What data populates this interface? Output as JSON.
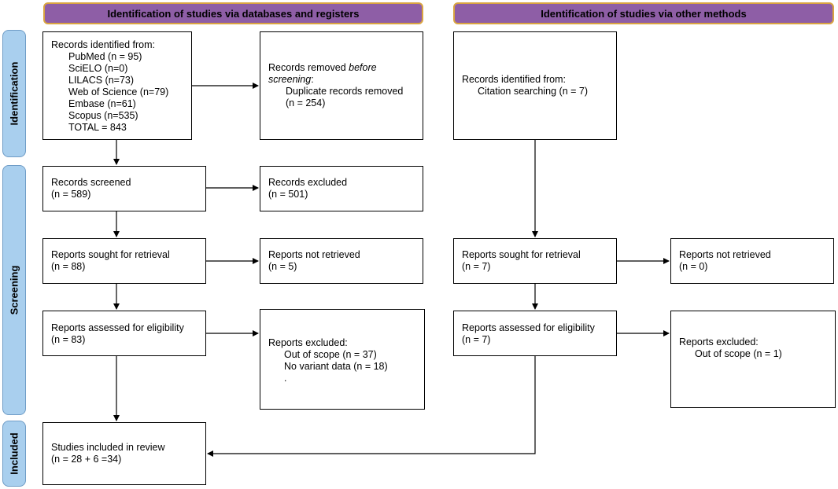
{
  "headers": {
    "databases": "Identification of studies via databases and registers",
    "other": "Identification of studies via other methods"
  },
  "sides": {
    "identification": "Identification",
    "screening": "Screening",
    "included": "Included"
  },
  "db": {
    "identified": {
      "title": "Records identified from:",
      "sources": [
        "PubMed (n = 95)",
        "SciELO (n=0)",
        "LILACS (n=73)",
        "Web of Science (n=79)",
        "Embase (n=61)",
        "Scopus (n=535)"
      ],
      "total": "TOTAL = 843"
    },
    "removed": {
      "prefix": "Records removed ",
      "italic": "before screening",
      "suffix": ":",
      "line": "Duplicate records removed",
      "count": "(n = 254)"
    },
    "screened": {
      "title": "Records screened",
      "count": "(n = 589)"
    },
    "excluded": {
      "title": "Records excluded",
      "count": "(n = 501)"
    },
    "sought": {
      "title": "Reports sought for retrieval",
      "count": "(n = 88)"
    },
    "not_retrieved": {
      "title": "Reports not retrieved",
      "count": "(n = 5)"
    },
    "assessed": {
      "title": "Reports assessed for eligibility",
      "count": "(n = 83)"
    },
    "reports_excluded": {
      "title": "Reports excluded:",
      "reasons": [
        "Out of scope (n = 37)",
        "No variant data (n = 18)",
        "."
      ]
    },
    "included": {
      "title": "Studies included in review",
      "count": "(n = 28 + 6 =34)"
    }
  },
  "other": {
    "identified": {
      "title": "Records identified from:",
      "line": "Citation searching (n = 7)"
    },
    "sought": {
      "title": "Reports sought for retrieval",
      "count": "(n = 7)"
    },
    "not_retrieved": {
      "title": "Reports not retrieved",
      "count": "(n = 0)"
    },
    "assessed": {
      "title": "Reports assessed for eligibility",
      "count": "(n = 7)"
    },
    "reports_excluded": {
      "title": "Reports excluded:",
      "reasons": [
        "Out of scope (n = 1)"
      ]
    }
  },
  "colors": {
    "header_fill": "#8e5ea6",
    "header_border": "#d9a441",
    "side_fill": "#a9cfee"
  }
}
